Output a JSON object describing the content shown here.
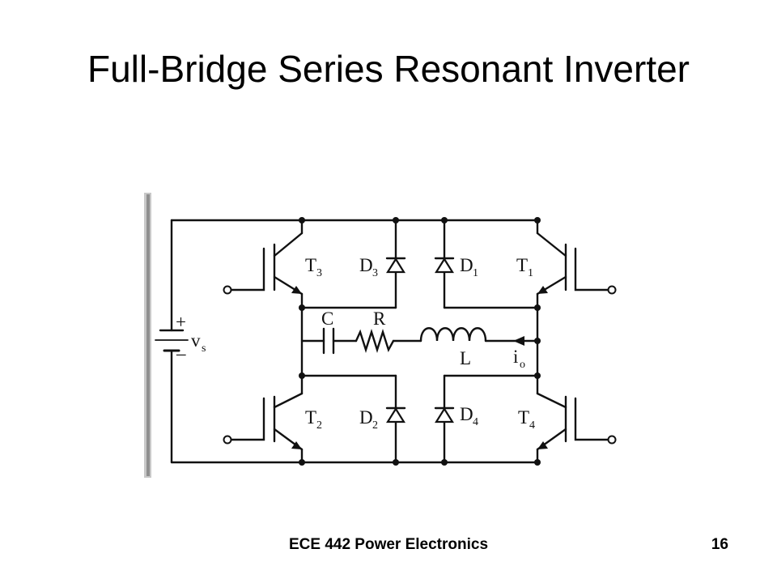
{
  "slide": {
    "title": "Full-Bridge Series Resonant Inverter",
    "footer_course": "ECE 442 Power Electronics",
    "page_number": "16"
  },
  "circuit": {
    "source": {
      "plus": "+",
      "minus": "–",
      "label": "v",
      "sub": "s"
    },
    "transistors": [
      {
        "id": "t3",
        "label": "T",
        "sub": "3"
      },
      {
        "id": "t1",
        "label": "T",
        "sub": "1"
      },
      {
        "id": "t2",
        "label": "T",
        "sub": "2"
      },
      {
        "id": "t4",
        "label": "T",
        "sub": "4"
      }
    ],
    "diodes": [
      {
        "id": "d3",
        "label": "D",
        "sub": "3"
      },
      {
        "id": "d1",
        "label": "D",
        "sub": "1"
      },
      {
        "id": "d2",
        "label": "D",
        "sub": "2"
      },
      {
        "id": "d4",
        "label": "D",
        "sub": "4"
      }
    ],
    "capacitor": "C",
    "resistor": "R",
    "inductor": "L",
    "current": {
      "label": "i",
      "sub": "o"
    }
  }
}
